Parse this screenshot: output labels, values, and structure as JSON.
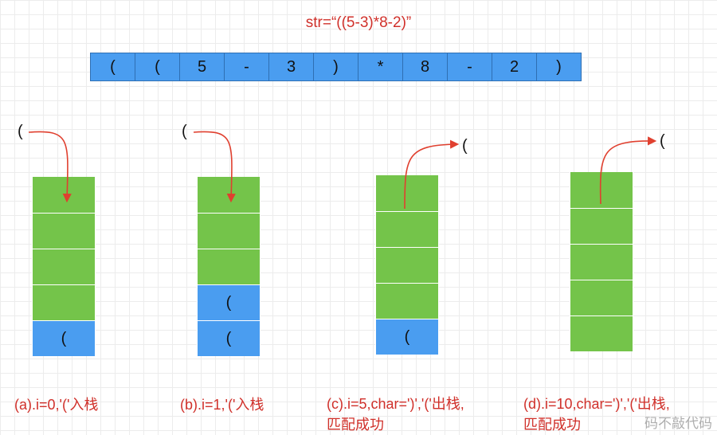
{
  "title": "str=“((5-3)*8-2)”",
  "string_cells": [
    "(",
    "(",
    "5",
    "-",
    "3",
    ")",
    "*",
    "8",
    "-",
    "2",
    ")"
  ],
  "panels": [
    {
      "floating": "(",
      "caption_lines": [
        "(a).i=0,'('入栈"
      ],
      "slots": [
        "",
        "",
        "",
        "",
        "("
      ],
      "slot_colors": [
        "green",
        "green",
        "green",
        "green",
        "blue"
      ]
    },
    {
      "floating": "(",
      "caption_lines": [
        "(b).i=1,'('入栈"
      ],
      "slots": [
        "",
        "",
        "",
        "(",
        "("
      ],
      "slot_colors": [
        "green",
        "green",
        "green",
        "blue",
        "blue"
      ]
    },
    {
      "floating": "(",
      "caption_lines": [
        "(c).i=5,char=')','('出栈,",
        "匹配成功"
      ],
      "slots": [
        "",
        "",
        "",
        "",
        "("
      ],
      "slot_colors": [
        "green",
        "green",
        "green",
        "green",
        "blue"
      ]
    },
    {
      "floating": "(",
      "caption_lines": [
        "(d).i=10,char=')','('出栈,",
        "匹配成功"
      ],
      "slots": [
        "",
        "",
        "",
        "",
        ""
      ],
      "slot_colors": [
        "green",
        "green",
        "green",
        "green",
        "green"
      ]
    }
  ],
  "watermark": "码不敲代码",
  "colors": {
    "red": "#d0302a",
    "blue": "#4a9df0",
    "green": "#74c44a"
  }
}
